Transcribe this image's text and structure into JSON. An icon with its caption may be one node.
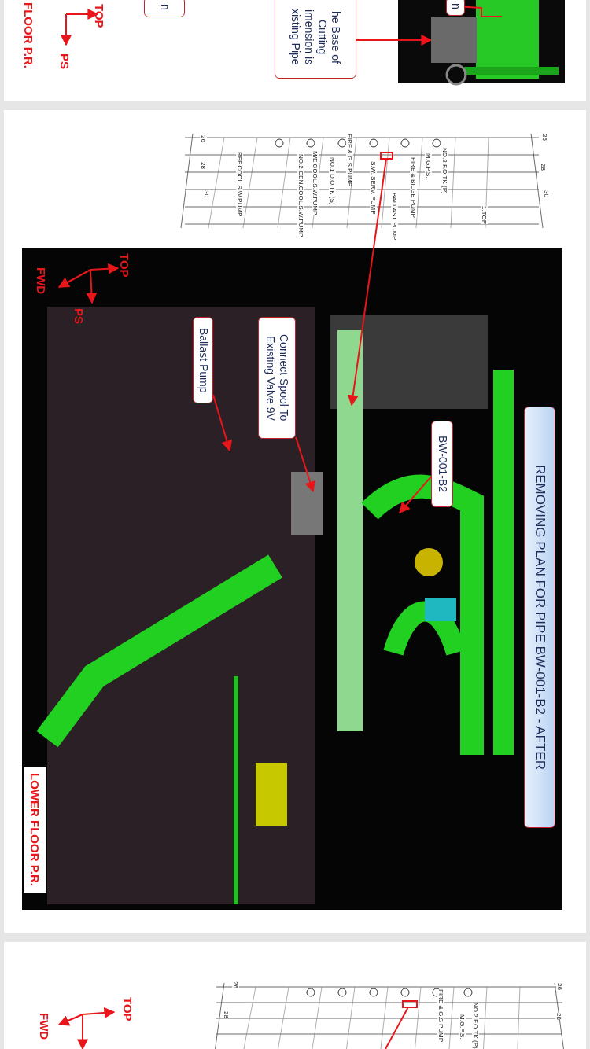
{
  "diagram": {
    "nodes": [
      {
        "text": [
          "n"
        ]
      },
      {
        "text": [
          "he Base of Cutting imension is xisting Pipe"
        ]
      },
      {
        "text": [
          "n"
        ]
      },
      {
        "text": [],
        "shape": "box"
      },
      {
        "text": [
          "REMOVING PLAN FOR PIPE BW-001-B2 - AFTER"
        ]
      },
      {
        "text": [
          "BW-001-B2"
        ]
      },
      {
        "text": [
          "Connect Spool To Existing Valve 9V"
        ]
      },
      {
        "text": [
          "Ballast Pump"
        ]
      },
      {
        "text": [],
        "shape": "box"
      },
      {
        "text": [],
        "shape": "box"
      }
    ],
    "edges": [
      {
        "from": 1,
        "to": 9,
        "arrow": "to"
      },
      {
        "from": 2,
        "to": null,
        "arrow": "none"
      },
      {
        "from": 3,
        "to": null,
        "arrow": "to"
      },
      {
        "from": 5,
        "to": null,
        "arrow": "to"
      },
      {
        "from": 6,
        "to": null,
        "arrow": "to"
      },
      {
        "from": 7,
        "to": null,
        "arrow": "to"
      },
      {
        "from": 8,
        "to": null,
        "arrow": "none"
      }
    ],
    "labels": [
      "FLOOR P.R.",
      "TOP",
      "PS",
      "26",
      "28",
      "30",
      "REF.COOL.S.W.PUMP",
      "NO.2 GEN.COOL.S.W.PUMP",
      "M/E COOL.S.W.PUMP",
      "NO.1 D.O.TK (S)",
      "FIRE & G.S PUMP",
      "S.W. SERV. PUMP",
      "BALLAST PUMP",
      "FIRE & BILGE PUMP",
      "M.G.P.S.",
      "NO.2 F.O.TK (P)",
      "1.TOP",
      "26",
      "28",
      "30",
      "TOP",
      "PS",
      "FWD",
      "LOWER FLOOR P.R.",
      "26",
      "28",
      "FIRE & G.S PUMP",
      "M.G.P.S.",
      "NO.2 F.O.TK (P)",
      "26",
      "28",
      "TOP",
      "FWD"
    ]
  }
}
